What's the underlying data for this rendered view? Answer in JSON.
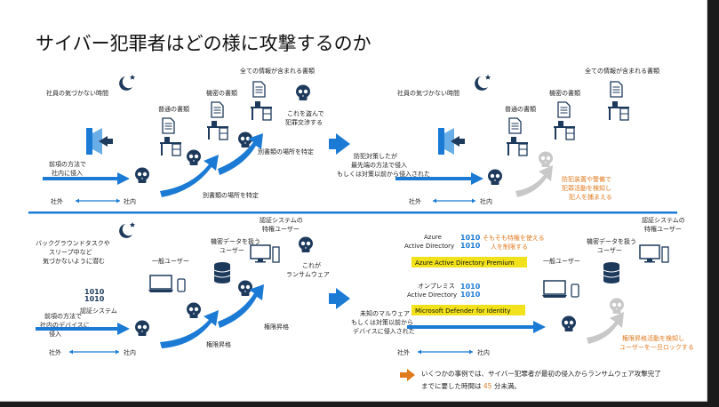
{
  "title": "サイバー犯罪者はどの様に攻撃するのか",
  "colors": {
    "blue": "#1a7ad4",
    "skull_dark": "#1d3a5c",
    "skull_gray": "#c8c8c8",
    "orange": "#e07a1f",
    "highlight": "#f2e21b",
    "moon": "#1d3a5c"
  },
  "top_left": {
    "off_hours": "社員の気づかない時間",
    "normal_docs": "普通の書類",
    "confidential_docs": "機密の書類",
    "all_info_docs": "全ての情報が含まれる書類",
    "steal_line1": "これを盗んで",
    "steal_line2": "犯罪交渉する",
    "specify_loc_upper": "別書類の場所を特定",
    "specify_loc_lower": "別書類の場所を特定",
    "intrude_line1": "前項の方法で",
    "intrude_line2": "社内に侵入",
    "outside": "社外",
    "inside": "社内"
  },
  "top_mid": {
    "line1": "防犯対策したが",
    "line2": "最先端の方法で侵入",
    "line3": "もしくは対策以前から侵入された"
  },
  "top_right": {
    "off_hours": "社員の気づかない時間",
    "normal_docs": "普通の書類",
    "confidential_docs": "機密の書類",
    "all_info_docs": "全ての情報が含まれる書類",
    "detect_line1": "防犯装置や警備で",
    "detect_line2": "犯罪活動を検知し",
    "detect_line3": "犯人を捕まえる",
    "outside": "社外",
    "inside": "社内"
  },
  "bottom_left": {
    "bg_line1": "バックグラウンドタスクや",
    "bg_line2": "スリープ中など",
    "bg_line3": "気づかないように潜む",
    "auth_system": "認証システム",
    "auth_privileged_line1": "認証システムの",
    "auth_privileged_line2": "特権ユーザー",
    "conf_user_line1": "機密データを扱う",
    "conf_user_line2": "ユーザー",
    "general_user": "一般ユーザー",
    "ransom_line1": "これが",
    "ransom_line2": "ランサムウェア",
    "escalation_upper": "権限昇格",
    "escalation_lower": "権限昇格",
    "intrude_line1": "前項の方法で",
    "intrude_line2": "社内のデバイスに",
    "intrude_line3": "侵入",
    "outside": "社外",
    "inside": "社内",
    "binary": "1010"
  },
  "bottom_mid": {
    "line1": "未知のマルウェア",
    "line2": "もしくは対策以前から",
    "line3": "デバイスに侵入された"
  },
  "bottom_right": {
    "azure_ad_line1": "Azure",
    "azure_ad_line2": "Active Directory",
    "privilege_line1": "そもそも特権を使える",
    "privilege_line2": "人を制限する",
    "azure_premium": "Azure Active Directory Premium",
    "onprem_line1": "オンプレミス",
    "onprem_line2": "Active Directory",
    "defender": "Microsoft Defender for Identity",
    "auth_privileged_line1": "認証システムの",
    "auth_privileged_line2": "特権ユーザー",
    "conf_user_line1": "機密データを扱う",
    "conf_user_line2": "ユーザー",
    "general_user": "一般ユーザー",
    "lock_line1": "権限昇格活動を検知し",
    "lock_line2": "ユーザーを一旦ロックする",
    "outside": "社外",
    "inside": "社内",
    "binary": "1010"
  },
  "footer": {
    "line1_a": "いくつかの事例では、サイバー犯罪者が最初の侵入からランサムウェア攻撃完了",
    "line2_a": "までに要した時間は ",
    "line2_b": "45",
    "line2_c": " 分未満。"
  }
}
